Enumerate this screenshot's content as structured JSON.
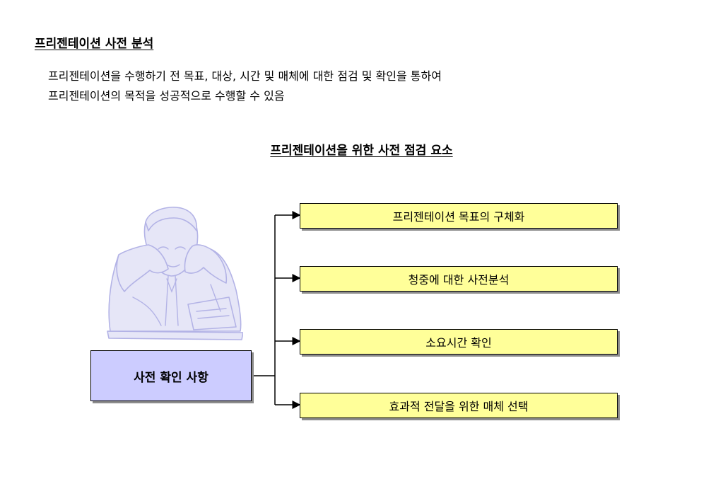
{
  "heading": "프리젠테이션 사전 분석",
  "intro": {
    "line1": "프리젠테이션을 수행하기 전 목표, 대상, 시간 및 매체에 대한 점검 및 확인을 통하여",
    "line2": "프리젠테이션의 목적을 성공적으로 수행할 수 있음"
  },
  "diagram": {
    "title": "프리젠테이션을 위한 사전 점검 요소",
    "main_box_label": "사전 확인 사항",
    "items": [
      {
        "label": "프리젠테이션 목표의 구체화"
      },
      {
        "label": "청중에 대한 사전분석"
      },
      {
        "label": "소요시간 확인"
      },
      {
        "label": "효과적 전달을 위한 매체 선택"
      }
    ],
    "colors": {
      "main_box_fill": "#ccccff",
      "item_box_fill": "#ffff99",
      "illustration": "#b3b3e6"
    },
    "illustration_icon": "thinking-man-clipart"
  }
}
